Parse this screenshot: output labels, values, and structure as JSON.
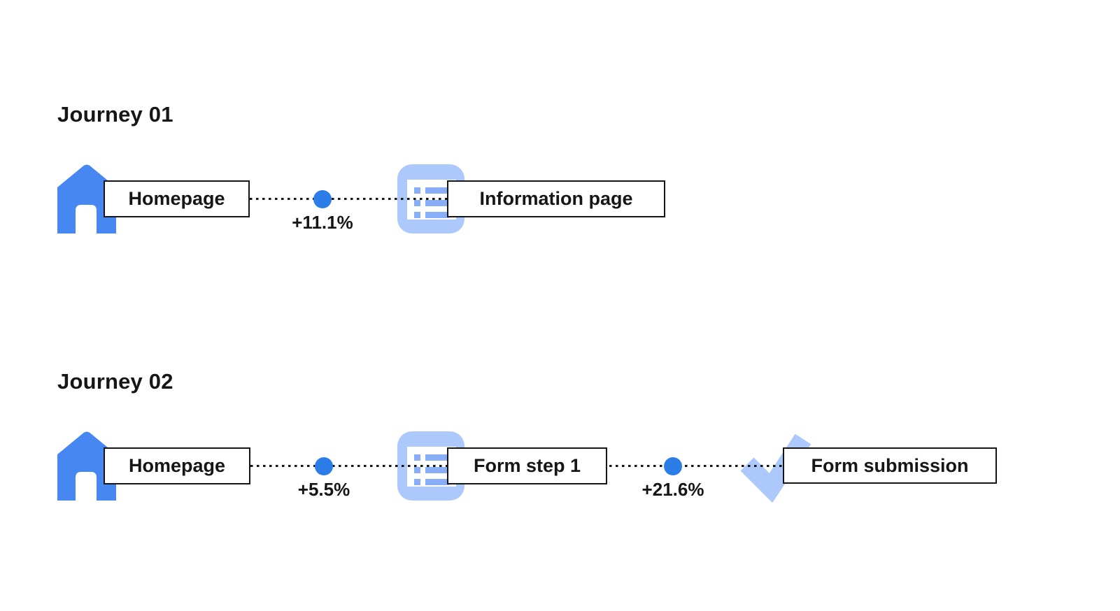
{
  "page": {
    "background_color": "#ffffff",
    "kind": "user-journey-flow-diagram"
  },
  "colors": {
    "house_blue": "#4687f1",
    "dot_blue": "#2d7de9",
    "icon_light_blue": "#adc9fb",
    "icon_bar_blue": "#87aef6",
    "line_color": "#161616",
    "box_border": "#161616",
    "text_color": "#161616"
  },
  "icons": {
    "home": "home-icon",
    "information_page": "information-page-icon",
    "form_step": "form-list-icon",
    "form_submission": "checkmark-icon"
  },
  "journeys": [
    {
      "title": "Journey 01",
      "steps": [
        {
          "icon": "home-icon",
          "label": "Homepage"
        },
        {
          "icon": "information-page-icon",
          "label": "Information page"
        }
      ],
      "transitions": [
        {
          "value": "+11.1%"
        }
      ]
    },
    {
      "title": "Journey 02",
      "steps": [
        {
          "icon": "home-icon",
          "label": "Homepage"
        },
        {
          "icon": "form-list-icon",
          "label": "Form step 1"
        },
        {
          "icon": "checkmark-icon",
          "label": "Form submission"
        }
      ],
      "transitions": [
        {
          "value": "+5.5%"
        },
        {
          "value": "+21.6%"
        }
      ]
    }
  ]
}
